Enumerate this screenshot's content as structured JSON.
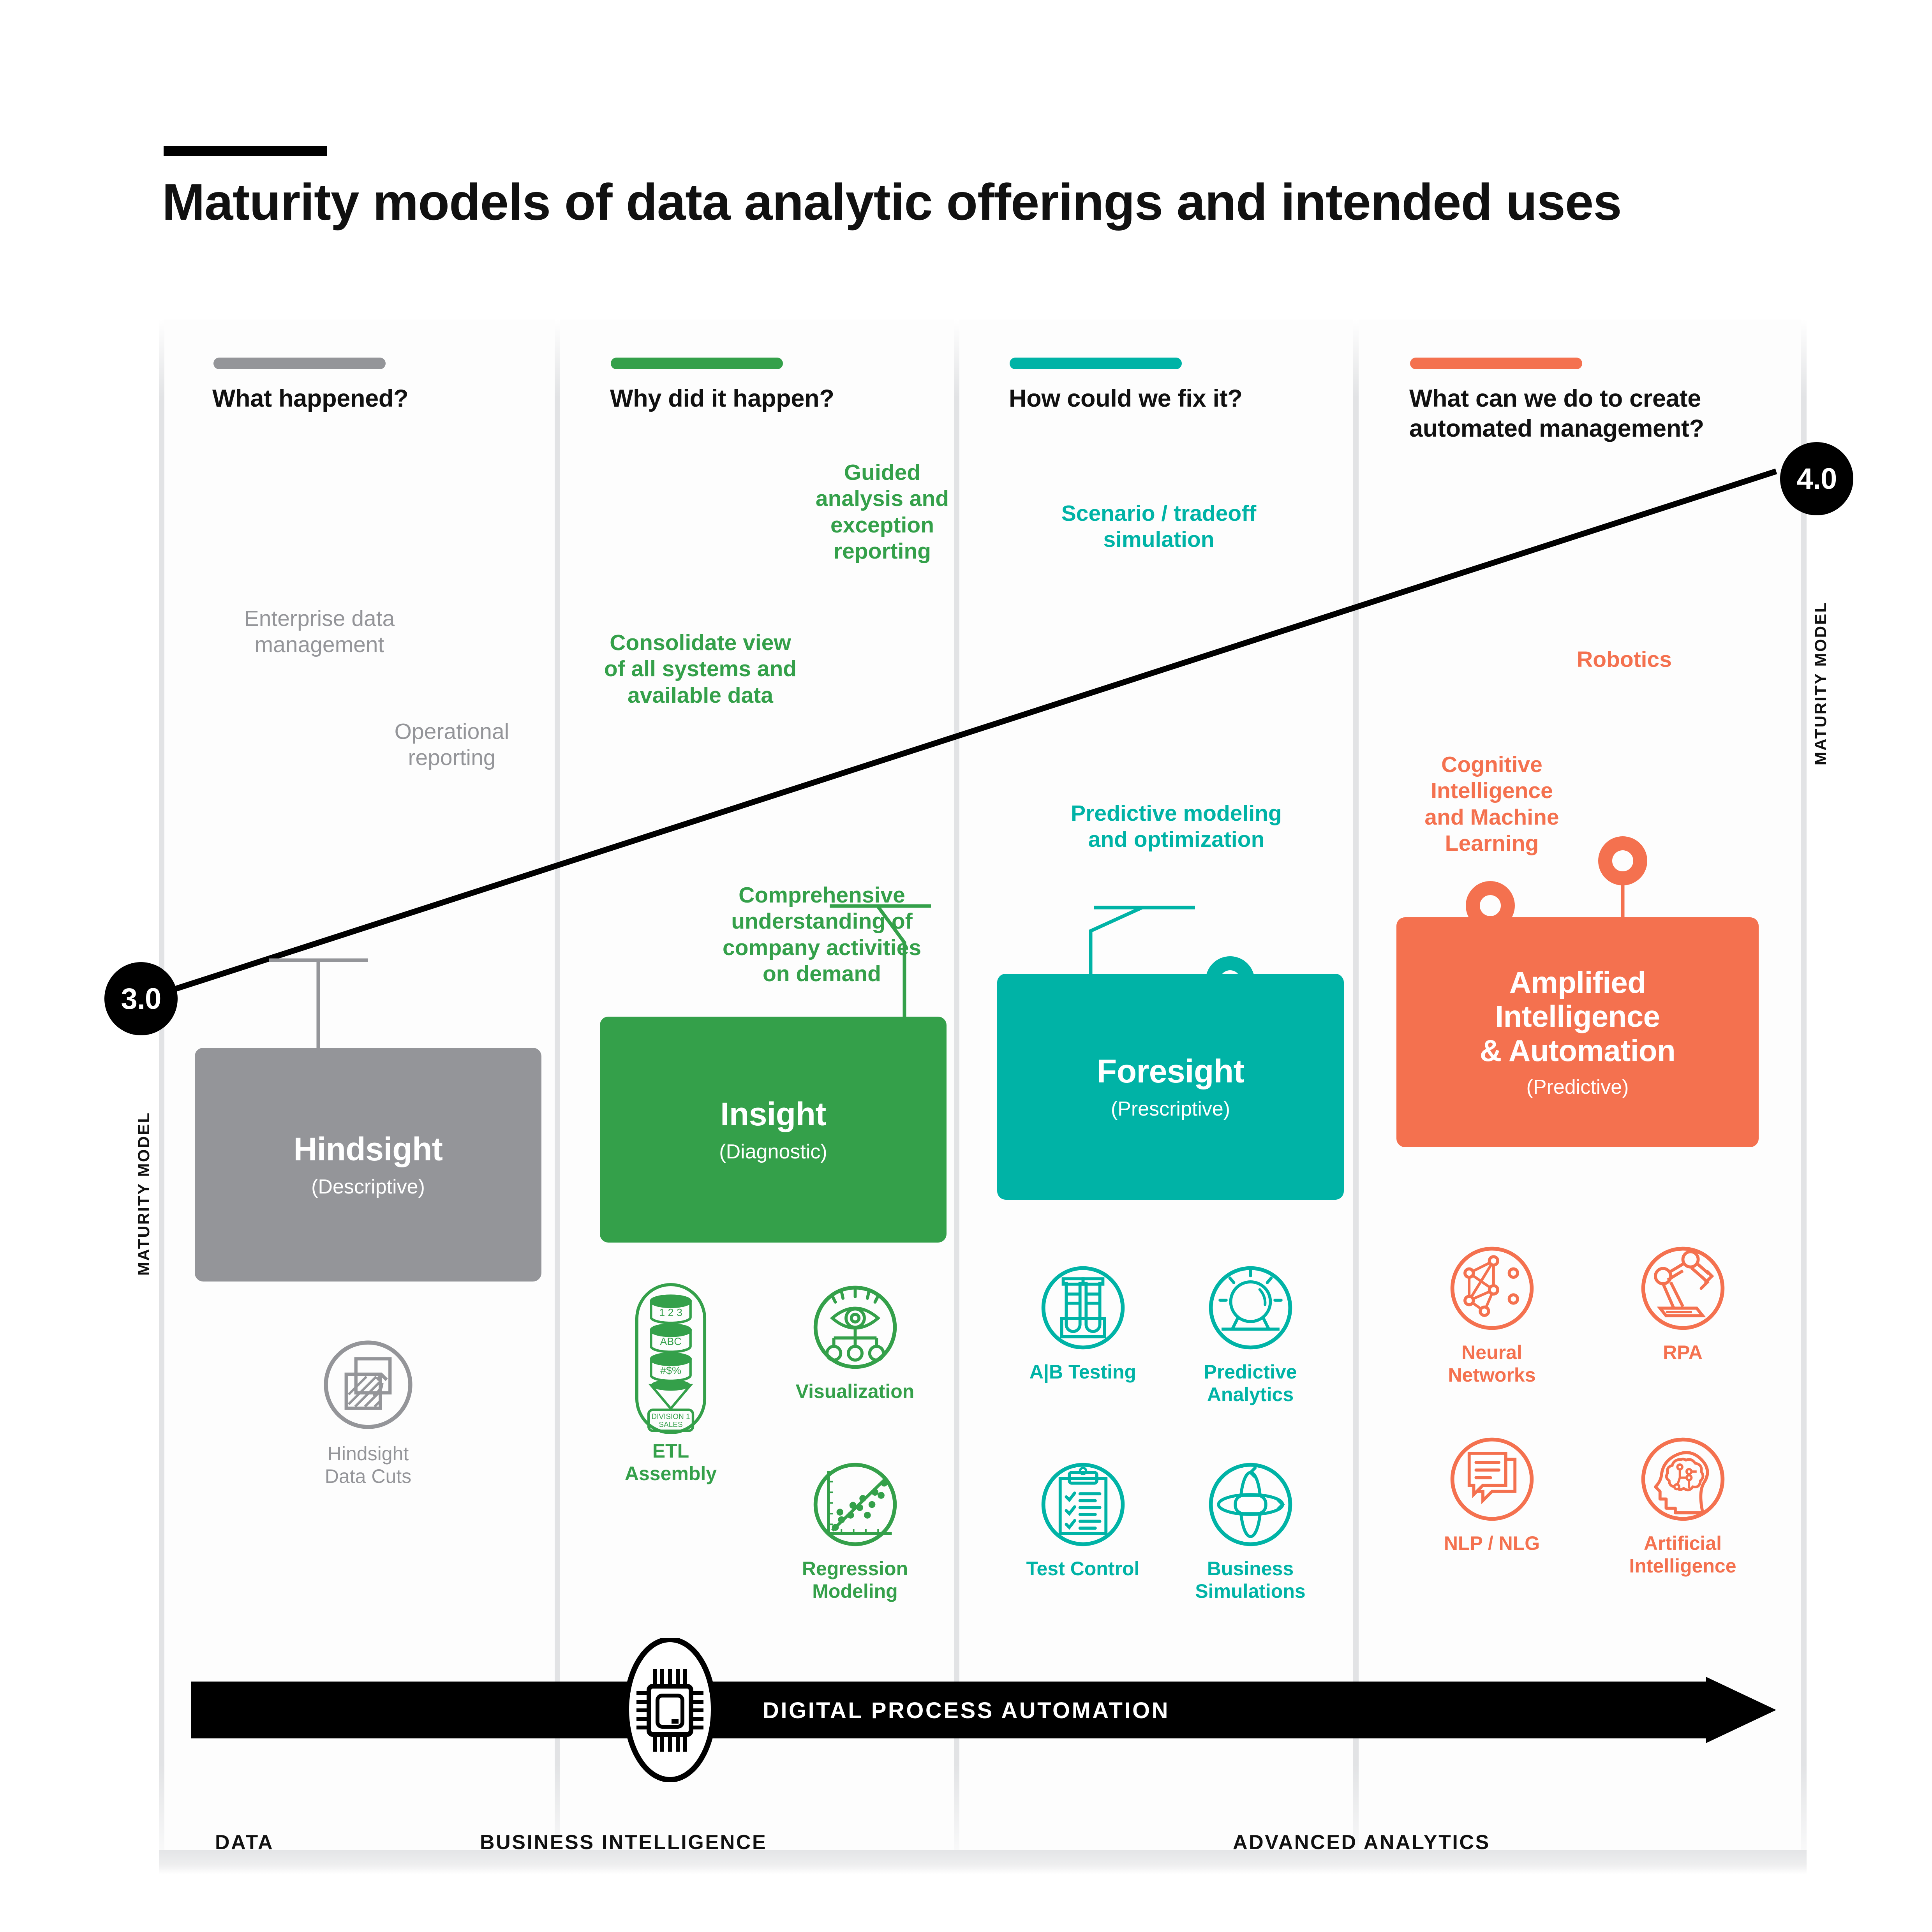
{
  "title": "Maturity models of data analytic offerings and intended uses",
  "maturity": {
    "start_value": "3.0",
    "end_value": "4.0",
    "label_left": "MATURITY MODEL",
    "label_right": "MATURITY MODEL"
  },
  "colors": {
    "gray": "#949599",
    "green": "#34A04A",
    "teal": "#00B3A6",
    "coral": "#F4714F",
    "black": "#000000"
  },
  "columns": [
    {
      "key": "hindsight",
      "accent": "#949599",
      "header": "What happened?",
      "nodes": [
        {
          "label": "Enterprise data\nmanagement"
        },
        {
          "label": "Operational\nreporting"
        }
      ],
      "box": {
        "title": "Hindsight",
        "subtitle": "(Descriptive)"
      },
      "tiles": [
        {
          "icon": "data-cuts-icon",
          "caption": "Hindsight\nData Cuts"
        }
      ]
    },
    {
      "key": "insight",
      "accent": "#34A04A",
      "header": "Why did it happen?",
      "nodes": [
        {
          "label": "Consolidate view\nof all systems and\navailable data"
        },
        {
          "label": "Comprehensive\nunderstanding of\ncompany activities\non demand"
        },
        {
          "label": "Guided\nanalysis and\nexception\nreporting"
        }
      ],
      "box": {
        "title": "Insight",
        "subtitle": "(Diagnostic)"
      },
      "tiles": [
        {
          "icon": "etl-assembly-icon",
          "caption": "ETL\nAssembly"
        },
        {
          "icon": "visualization-eye-icon",
          "caption": "Visualization"
        },
        {
          "icon": "regression-scatter-icon",
          "caption": "Regression\nModeling"
        }
      ],
      "etl_icon_rows": [
        "1 2 3",
        "ABC",
        "#$%"
      ],
      "etl_icon_output": "DIVISION 1\nSALES"
    },
    {
      "key": "foresight",
      "accent": "#00B3A6",
      "header": "How could we fix it?",
      "nodes": [
        {
          "label": "Scenario / tradeoff\nsimulation"
        },
        {
          "label": "Predictive modeling\nand optimization"
        }
      ],
      "box": {
        "title": "Foresight",
        "subtitle": "(Prescriptive)"
      },
      "tiles": [
        {
          "icon": "test-tubes-icon",
          "caption": "A|B Testing"
        },
        {
          "icon": "crystal-ball-icon",
          "caption": "Predictive\nAnalytics"
        },
        {
          "icon": "clipboard-check-icon",
          "caption": "Test Control"
        },
        {
          "icon": "orbit-capsule-icon",
          "caption": "Business\nSimulations"
        }
      ]
    },
    {
      "key": "amplified",
      "accent": "#F4714F",
      "header": "What can we do to create\nautomated management?",
      "nodes": [
        {
          "label": "Cognitive\nIntelligence\nand Machine\nLearning"
        },
        {
          "label": "Robotics"
        }
      ],
      "box": {
        "title": "Amplified\nIntelligence\n& Automation",
        "subtitle": "(Predictive)"
      },
      "tiles": [
        {
          "icon": "neural-network-icon",
          "caption": "Neural\nNetworks"
        },
        {
          "icon": "robot-arm-icon",
          "caption": "RPA"
        },
        {
          "icon": "chat-bubbles-icon",
          "caption": "NLP /  NLG"
        },
        {
          "icon": "head-brain-icon",
          "caption": "Artificial\nIntelligence"
        }
      ]
    }
  ],
  "automation_banner": {
    "label": "DIGITAL PROCESS AUTOMATION",
    "icon": "microchip-icon"
  },
  "footer": [
    {
      "label": "DATA"
    },
    {
      "label": "BUSINESS INTELLIGENCE"
    },
    {
      "label": "ADVANCED ANALYTICS"
    }
  ]
}
